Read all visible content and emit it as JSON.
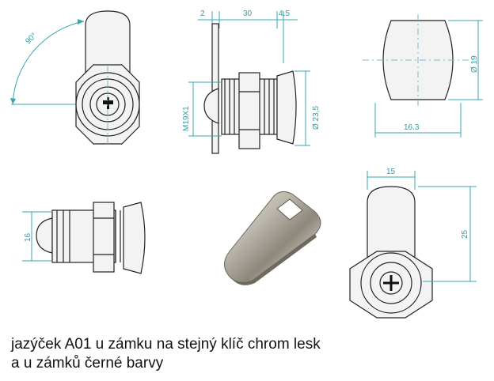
{
  "diagram": {
    "angle_label": "90°",
    "side_view": {
      "dim_top_left": "2",
      "dim_top_mid": "30",
      "dim_top_right": "4.5",
      "thread_label": "M19X1",
      "diameter_label": "Ø 23,5"
    },
    "cam_view": {
      "diameter_label": "Ø 19",
      "width_label": "16.3"
    },
    "lower_side_view": {
      "height_label": "16"
    },
    "back_view": {
      "width_label": "15",
      "height_label": "25"
    }
  },
  "caption": {
    "line1": "jazýček A01 u zámku na stejný klíč chrom lesk",
    "line2": "a u zámků černé barvy"
  }
}
